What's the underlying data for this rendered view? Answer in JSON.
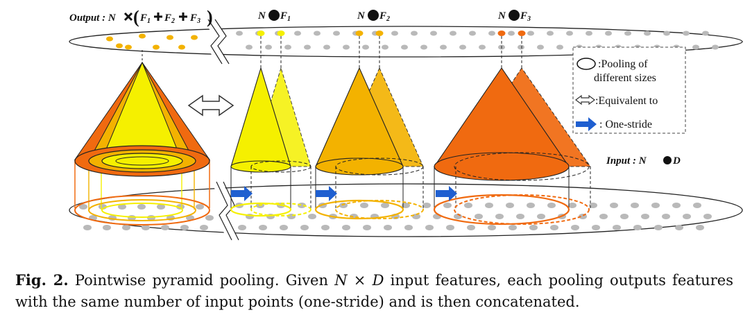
{
  "figure": {
    "output_label": {
      "prefix": "Output :",
      "n": "N",
      "f1": "F",
      "s1": "1",
      "f2": "F",
      "s2": "2",
      "f3": "F",
      "s3": "3"
    },
    "branch_labels": [
      {
        "n": "N",
        "f": "F",
        "sub": "1"
      },
      {
        "n": "N",
        "f": "F",
        "sub": "2"
      },
      {
        "n": "N",
        "f": "F",
        "sub": "3"
      }
    ],
    "input_label": {
      "prefix": "Input :",
      "n": "N",
      "d": "D"
    },
    "legend": {
      "pooling_line1": ":Pooling of",
      "pooling_line2": "different sizes",
      "equivalent": ":Equivalent to",
      "stride": ": One-stride"
    },
    "colors": {
      "yellow": "#f5f000",
      "amber": "#f3b200",
      "orange": "#f06a10",
      "blue": "#1f5fd0",
      "gray_dot": "#b9b9b9"
    }
  },
  "caption": {
    "label": "Fig. 2.",
    "text_1": " Pointwise pyramid pooling. Given ",
    "math_n": "N",
    "times": " × ",
    "math_d": "D",
    "text_2": " input features, each pooling outputs features with the same number of input points (one-stride) and is then concatenated."
  }
}
